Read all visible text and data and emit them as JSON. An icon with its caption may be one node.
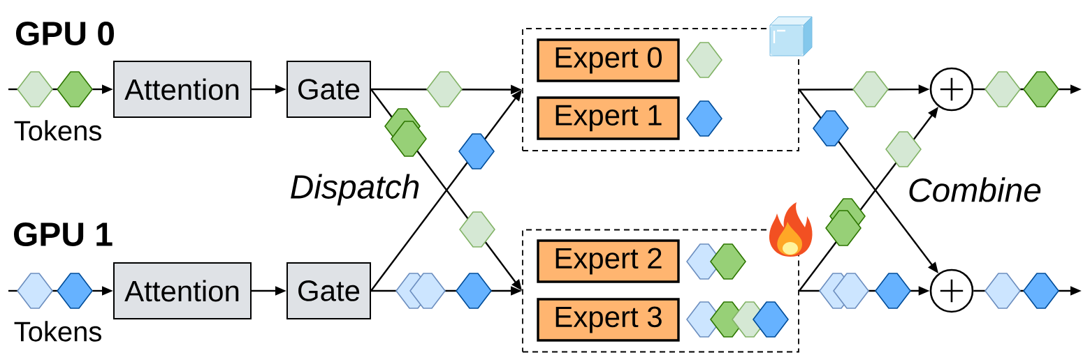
{
  "diagram": {
    "nodes": [
      {
        "text": [],
        "shape": "hexagon",
        "beside": [
          "Tokens"
        ]
      },
      {
        "text": [
          "Attention"
        ]
      },
      {
        "text": [
          "Gate"
        ]
      },
      {
        "text": [],
        "shape": "hexagon",
        "beside": [
          "Tokens"
        ]
      },
      {
        "text": [
          "Attention"
        ]
      },
      {
        "text": [
          "Gate"
        ]
      },
      {
        "text": [],
        "shape": "box"
      },
      {
        "text": [
          "Expert 0"
        ],
        "in": 6
      },
      {
        "text": [
          "Expert 1"
        ],
        "in": 6
      },
      {
        "text": [],
        "shape": "box"
      },
      {
        "text": [
          "Expert 2"
        ],
        "in": 9
      },
      {
        "text": [
          "Expert 3"
        ],
        "in": 9
      },
      {
        "text": [],
        "shape": "circle"
      },
      {
        "text": [],
        "shape": "circle"
      }
    ],
    "edges": [
      {
        "from": 0,
        "to": 1,
        "arrow": "to"
      },
      {
        "from": 1,
        "to": 2,
        "arrow": "to"
      },
      {
        "from": 2,
        "to": 6,
        "arrow": "to"
      },
      {
        "from": 2,
        "to": 9,
        "arrow": "to"
      },
      {
        "from": 3,
        "to": 4,
        "arrow": "to"
      },
      {
        "from": 4,
        "to": 5,
        "arrow": "to"
      },
      {
        "from": 5,
        "to": 6,
        "arrow": "to"
      },
      {
        "from": 5,
        "to": 9,
        "arrow": "to"
      },
      {
        "from": 6,
        "to": 12,
        "arrow": "to"
      },
      {
        "from": 6,
        "to": 13,
        "arrow": "to"
      },
      {
        "from": 9,
        "to": 12,
        "arrow": "to"
      },
      {
        "from": 9,
        "to": 13,
        "arrow": "to"
      },
      {
        "from": 12,
        "to": null,
        "arrow": "to"
      },
      {
        "from": 13,
        "to": null,
        "arrow": "to"
      }
    ],
    "labels": [
      "GPU 0",
      "Dispatch",
      "Combine",
      "GPU 1"
    ]
  }
}
